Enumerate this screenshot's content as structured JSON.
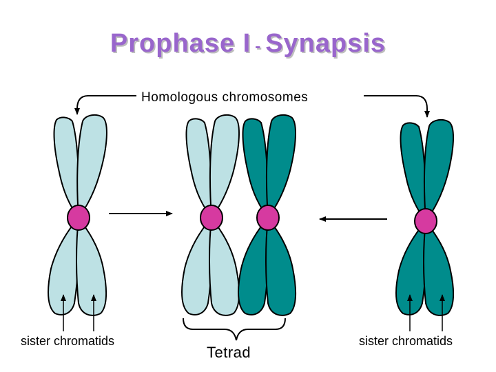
{
  "title": {
    "main": "Prophase I",
    "separator": "-",
    "sub": "Synapsis"
  },
  "labels": {
    "homologous": "Homologous chromosomes",
    "sister_left": "sister chromatids",
    "tetrad": "Tetrad",
    "sister_right": "sister chromatids"
  },
  "colors": {
    "title": "#9966cc",
    "light_chromatid": "#bde1e4",
    "dark_chromatid": "#008c8c",
    "centromere": "#d63aa0",
    "outline": "#000000"
  }
}
